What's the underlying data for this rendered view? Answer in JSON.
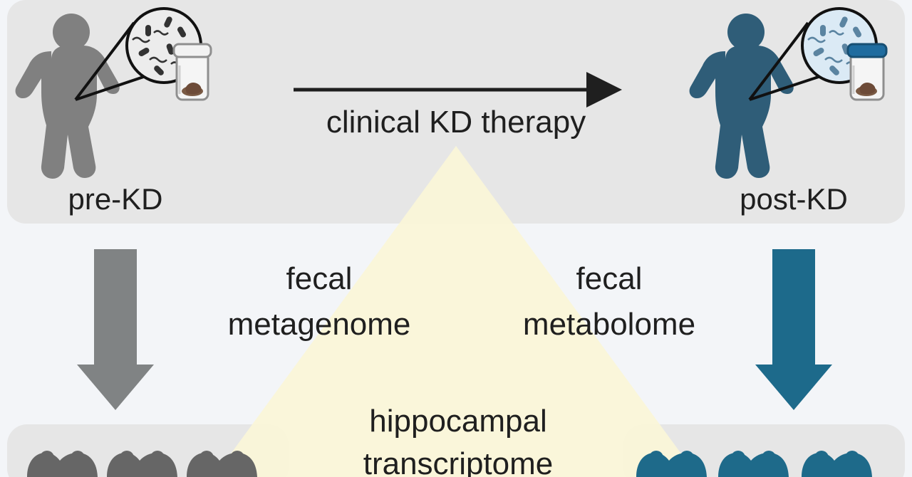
{
  "top_panel": {
    "arrow_label": "clinical KD therapy",
    "left_label": "pre-KD",
    "right_label": "post-KD"
  },
  "triangle": {
    "left_line1": "fecal",
    "left_line2": "metagenome",
    "right_line1": "fecal",
    "right_line2": "metabolome",
    "bottom_line1": "hippocampal",
    "bottom_line2": "transcriptome"
  },
  "colors": {
    "pre_gray": "#808080",
    "post_blue": "#2f5d78",
    "arrow_blue": "#1d6a8b",
    "panel_gray": "#e6e6e6",
    "triangle_yellow": "#faf6d8"
  }
}
